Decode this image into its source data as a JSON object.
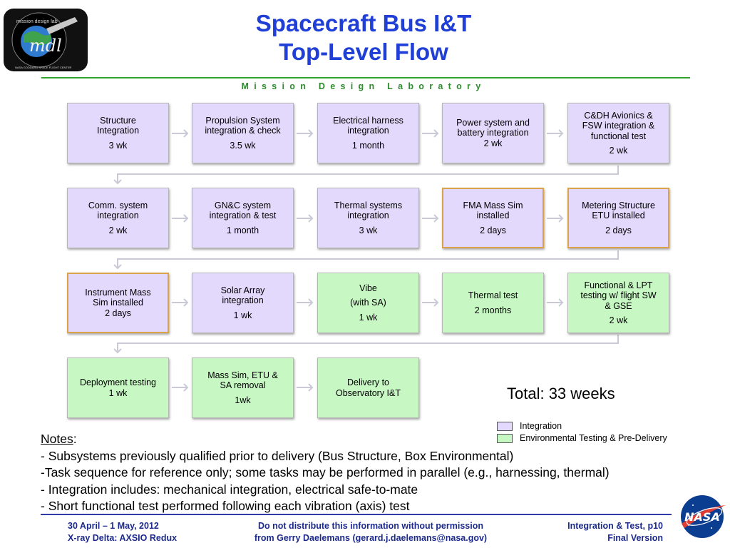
{
  "header": {
    "title_line1": "Spacecraft Bus I&T",
    "title_line2": "Top-Level Flow",
    "lab_line": "Mission Design Laboratory",
    "logo_text": "mdl",
    "logo_ring_text": "mission design lab",
    "logo_sub_text": "NASA GODDARD SPACE FLIGHT CENTER"
  },
  "flow": {
    "row1": [
      {
        "lines": [
          "Structure",
          "Integration"
        ],
        "dur": "3 wk",
        "kind": "integration"
      },
      {
        "lines": [
          "Propulsion System",
          "integration & check"
        ],
        "dur": "3.5 wk",
        "kind": "integration"
      },
      {
        "lines": [
          "Electrical harness",
          "integration"
        ],
        "dur": "1 month",
        "kind": "integration"
      },
      {
        "lines": [
          "Power system and",
          "battery integration",
          "2 wk"
        ],
        "dur": "",
        "kind": "integration"
      },
      {
        "lines": [
          "C&DH Avionics &",
          "FSW integration &",
          "functional test"
        ],
        "dur": "2 wk",
        "kind": "integration"
      }
    ],
    "row2": [
      {
        "lines": [
          "Comm. system",
          "integration"
        ],
        "dur": "2 wk",
        "kind": "integration"
      },
      {
        "lines": [
          "GN&C system",
          "integration & test"
        ],
        "dur": "1 month",
        "kind": "integration"
      },
      {
        "lines": [
          "Thermal systems",
          "integration"
        ],
        "dur": "3 wk",
        "kind": "integration"
      },
      {
        "lines": [
          "FMA Mass Sim",
          "installed"
        ],
        "dur": "2 days",
        "kind": "integration"
      },
      {
        "lines": [
          "Metering Structure",
          "ETU installed"
        ],
        "dur": "2 days",
        "kind": "integration"
      }
    ],
    "row3": [
      {
        "lines": [
          "Instrument Mass",
          "Sim installed",
          "2 days"
        ],
        "dur": "",
        "kind": "integration"
      },
      {
        "lines": [
          "Solar Array",
          "integration"
        ],
        "dur": "1 wk",
        "kind": "integration"
      },
      {
        "lines": [
          "Vibe"
        ],
        "dur": "(with SA)",
        "dur2": "1 wk",
        "kind": "environmental"
      },
      {
        "lines": [
          "Thermal test"
        ],
        "dur": "2 months",
        "kind": "environmental"
      },
      {
        "lines": [
          "Functional & LPT",
          "testing w/ flight SW",
          "& GSE"
        ],
        "dur": "2 wk",
        "kind": "environmental"
      }
    ],
    "row4": [
      {
        "lines": [
          "Deployment testing",
          "1 wk"
        ],
        "dur": "",
        "kind": "environmental"
      },
      {
        "lines": [
          "Mass Sim, ETU &",
          "SA removal"
        ],
        "dur": "1wk",
        "kind": "environmental"
      },
      {
        "lines": [
          "Delivery to",
          "Observatory I&T"
        ],
        "dur": "",
        "kind": "environmental"
      }
    ]
  },
  "total": "Total: 33 weeks",
  "legend": {
    "integration": "Integration",
    "environmental": "Environmental Testing & Pre-Delivery",
    "integration_color": "#e3d9fd",
    "environmental_color": "#c7f8c3",
    "highlight_border_color": "#d9a24b"
  },
  "notes": {
    "title": "Notes",
    "colon": ":",
    "items": [
      "- Subsystems previously qualified prior to delivery (Bus Structure, Box Environmental)",
      "-Task sequence for reference only; some tasks may be performed in parallel (e.g., harnessing, thermal)",
      "- Integration includes: mechanical integration, electrical safe-to-mate",
      "- Short functional test performed following each vibration (axis) test"
    ]
  },
  "footer": {
    "left1": "30 April – 1 May, 2012",
    "left2": "X-ray Delta: AXSIO Redux",
    "mid1": "Do not distribute this information without permission",
    "mid2": "from Gerry Daelemans (gerard.j.daelemans@nasa.gov)",
    "right1": "Integration & Test, p10",
    "right2": "Final Version",
    "nasa_logo_text": "NASA"
  }
}
